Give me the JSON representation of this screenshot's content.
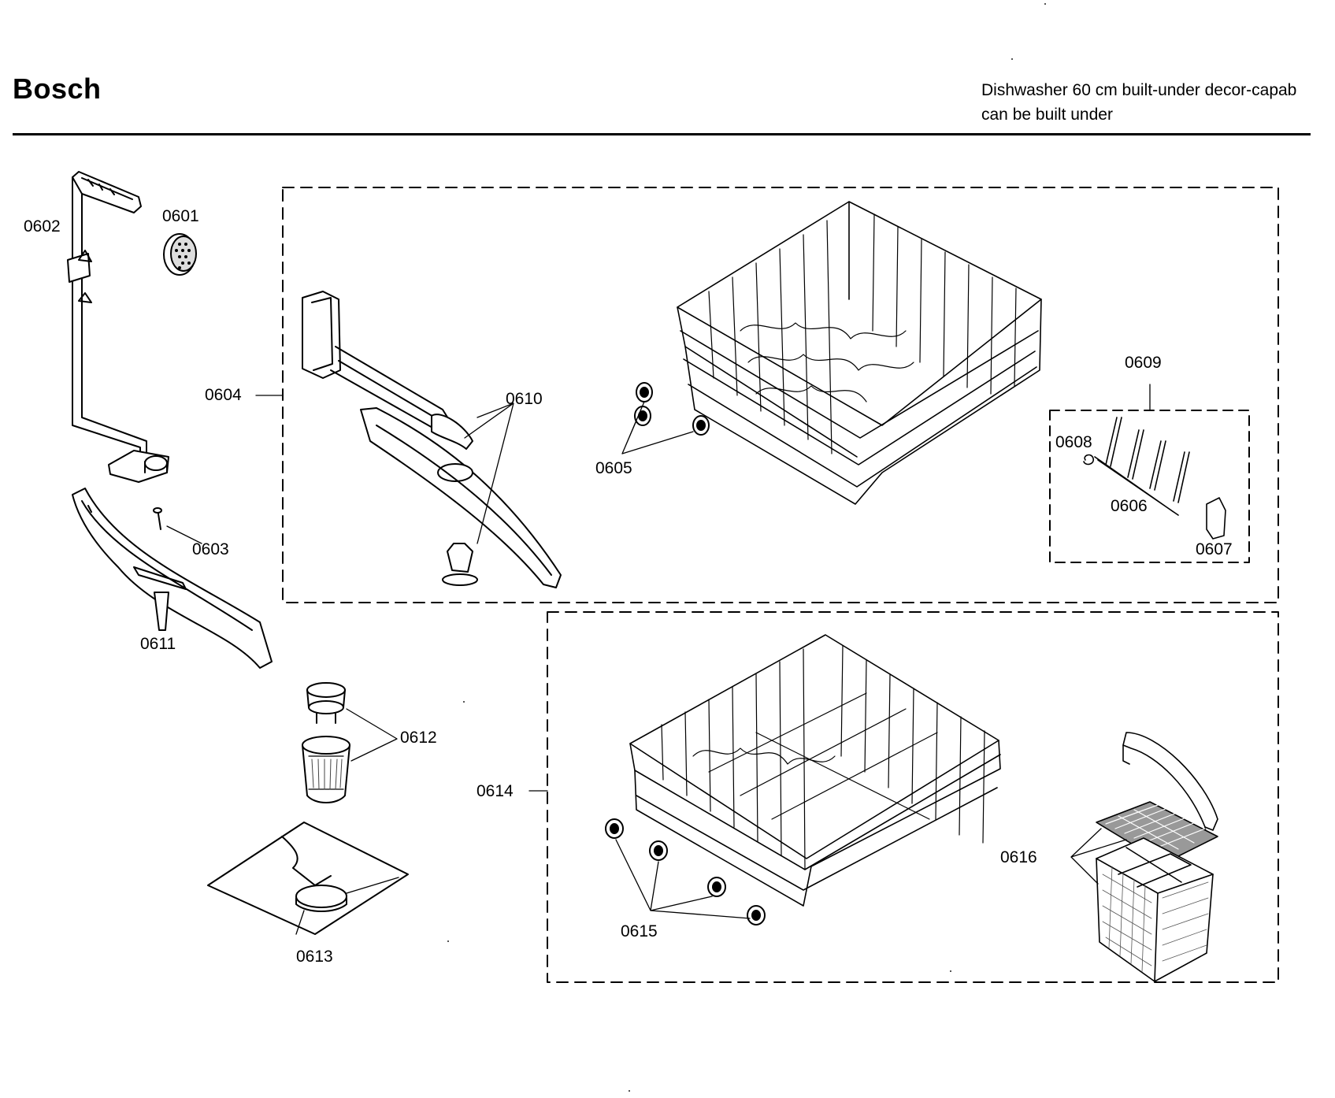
{
  "header": {
    "brand": "Bosch",
    "model_line1": "Dishwasher 60 cm built-under decor-capab",
    "model_line2": "can be built under"
  },
  "parts": {
    "p0601": "0601",
    "p0602": "0602",
    "p0603": "0603",
    "p0604": "0604",
    "p0605": "0605",
    "p0606": "0606",
    "p0607": "0607",
    "p0608": "0608",
    "p0609": "0609",
    "p0610": "0610",
    "p0611": "0611",
    "p0612": "0612",
    "p0613": "0613",
    "p0614": "0614",
    "p0615": "0615",
    "p0616": "0616"
  }
}
